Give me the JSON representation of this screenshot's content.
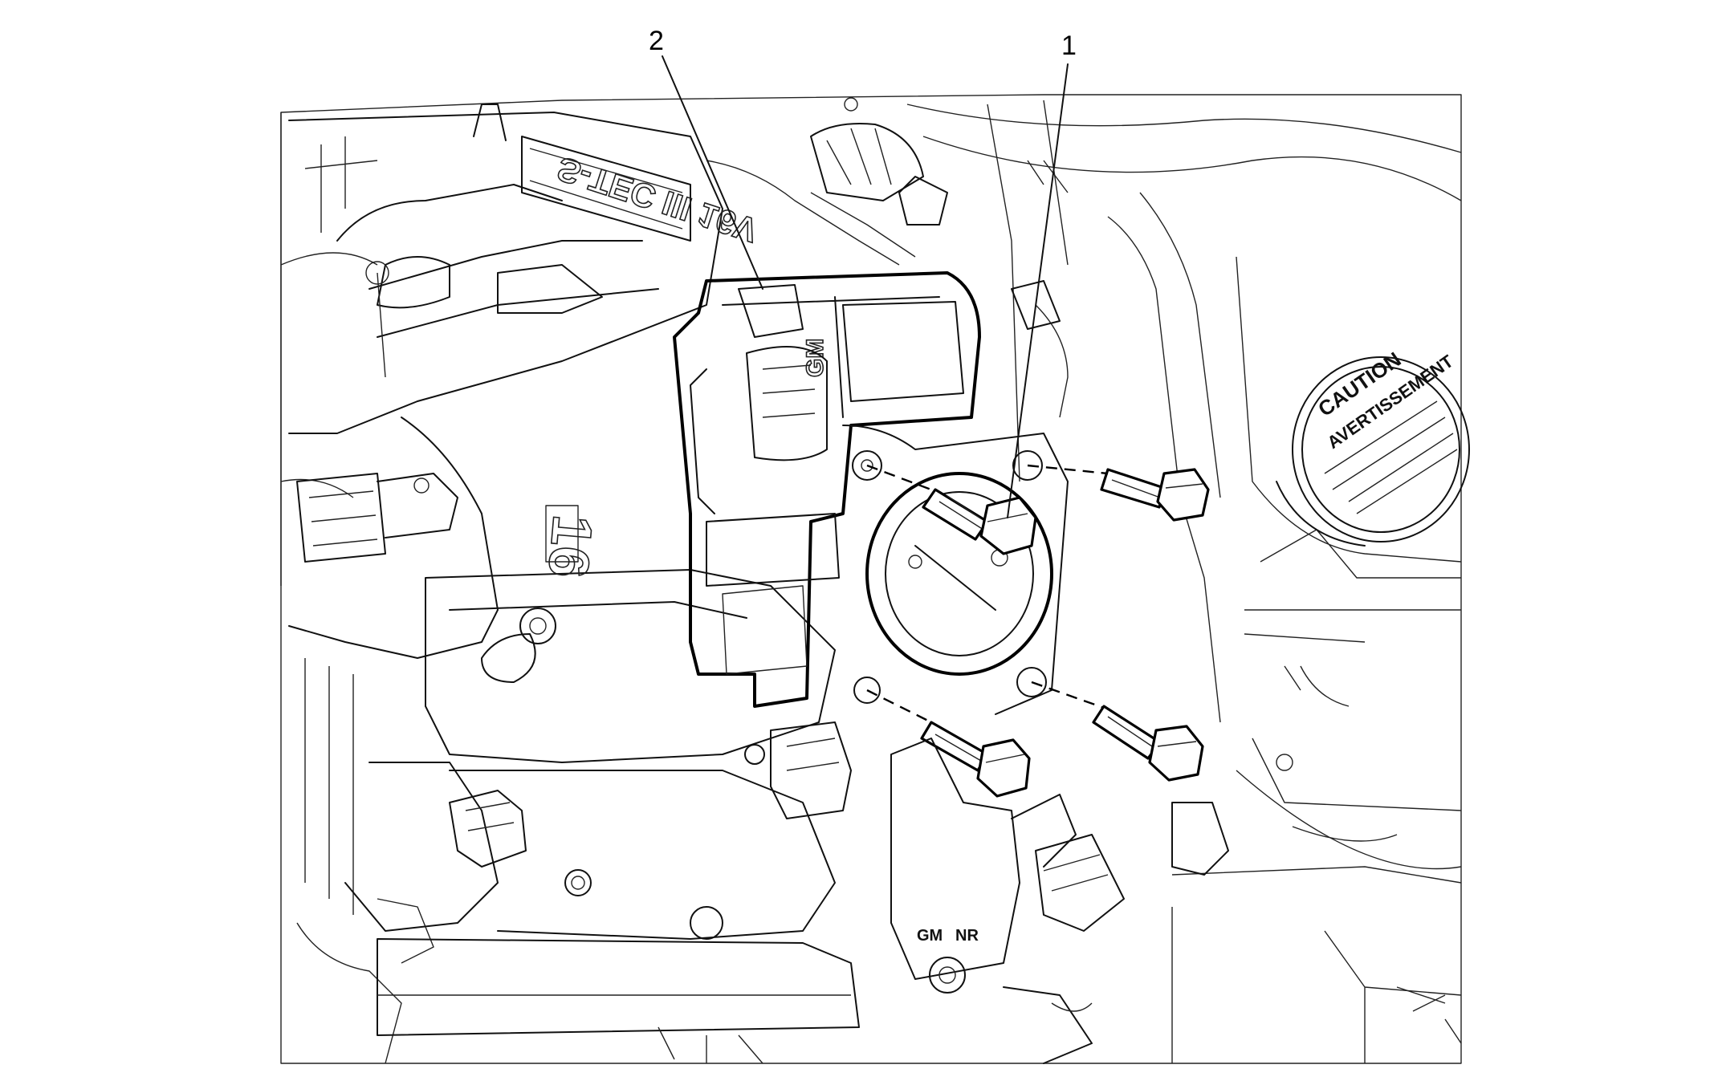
{
  "callouts": [
    {
      "id": "1",
      "label": "1"
    },
    {
      "id": "2",
      "label": "2"
    }
  ],
  "embossed_text": {
    "manifold": "S-TEC III 16V",
    "cover": "16",
    "throttle_logo": "GM",
    "bracket_left": "GM",
    "bracket_right": "NR"
  },
  "warning_label": {
    "lines": [
      "CAUTION",
      "AVERTISSEMENT"
    ]
  },
  "colors": {
    "ink": "#000000",
    "paper": "#ffffff"
  }
}
